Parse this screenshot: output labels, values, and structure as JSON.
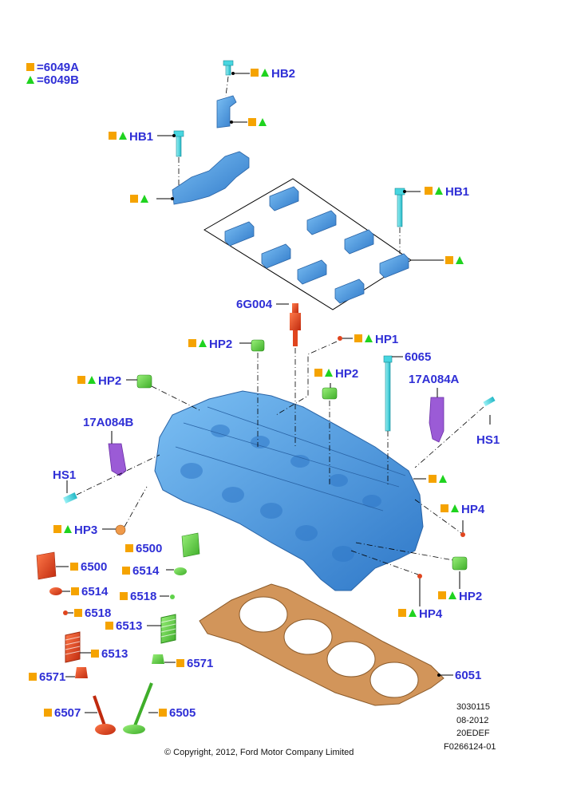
{
  "legend": {
    "square_text": "=6049A",
    "triangle_text": "=6049B",
    "square_color": "#f5a300",
    "triangle_color": "#1fd31f"
  },
  "labels": {
    "hb2": "HB2",
    "hb1_left": "HB1",
    "hb1_right": "HB1",
    "g6g004": "6G004",
    "hp2_top": "HP2",
    "hp1": "HP1",
    "p6065": "6065",
    "hp2_left": "HP2",
    "hp2_mid": "HP2",
    "a17a084a": "17A084A",
    "a17a084b": "17A084B",
    "hs1_right": "HS1",
    "hs1_left": "HS1",
    "hp4_right": "HP4",
    "hp3": "HP3",
    "p6500_a": "6500",
    "p6500_b": "6500",
    "p6514_a": "6514",
    "p6514_b": "6514",
    "p6518_a": "6518",
    "p6518_b": "6518",
    "p6513_a": "6513",
    "p6513_b": "6513",
    "p6571_a": "6571",
    "p6571_b": "6571",
    "p6507": "6507",
    "p6505": "6505",
    "p6051": "6051",
    "hp2_bottom": "HP2",
    "hp4_bottom": "HP4"
  },
  "meta": {
    "line1": "3030115",
    "line2": "08-2012",
    "line3": "20EDEF",
    "line4": "F0266124-01"
  },
  "copyright": "© Copyright, 2012, Ford Motor Company Limited",
  "colors": {
    "block": "#4a98e0",
    "cap": "#4a8fd6",
    "green_part": "#5fd24a",
    "red_part": "#e0451e",
    "purple_part": "#9b5bd6",
    "cyan_bolt": "#47d6e0",
    "gasket": "#d2955a"
  }
}
